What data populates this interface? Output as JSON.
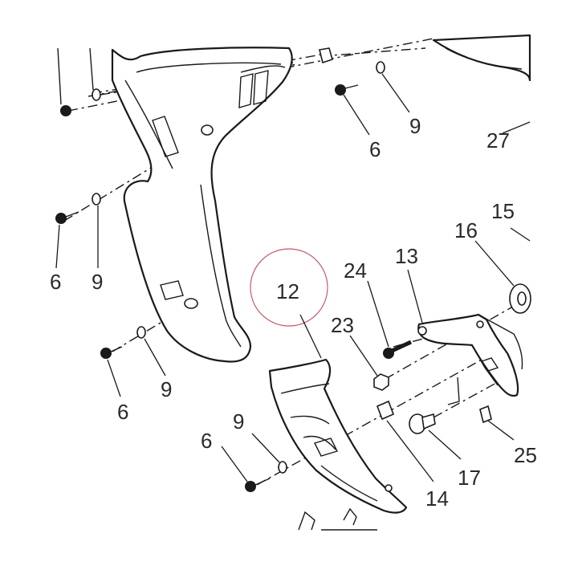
{
  "callouts": {
    "c6_top": "6",
    "c9_top": "9",
    "c27": "27",
    "c6_left": "6",
    "c9_left": "9",
    "c15": "15",
    "c16": "16",
    "c13": "13",
    "c24": "24",
    "c12": "12",
    "c23": "23",
    "c6_mid": "6",
    "c9_mid": "9",
    "c9_low": "9",
    "c6_low": "6",
    "c17": "17",
    "c14": "14",
    "c25": "25"
  },
  "colors": {
    "line": "#1a1a1a",
    "highlight_circle": "#c25b6a",
    "text": "#2a2a2a"
  }
}
